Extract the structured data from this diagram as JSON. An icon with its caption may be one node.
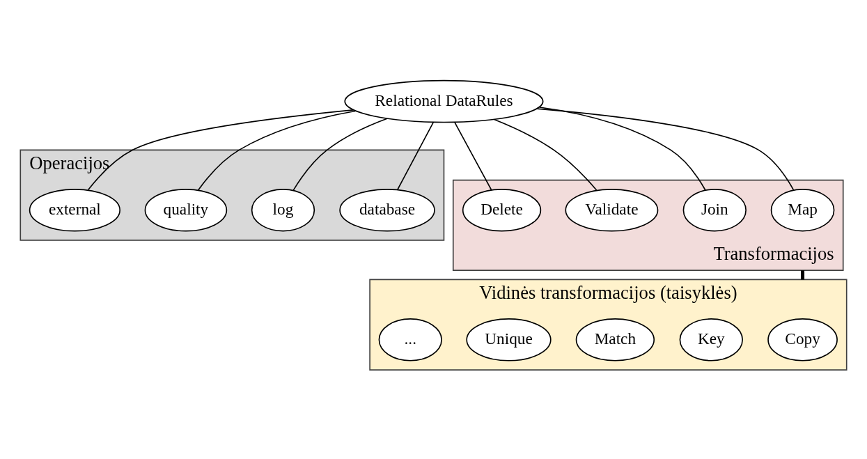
{
  "diagram": {
    "nodes": [
      {
        "text": [
          "Relational DataRules"
        ]
      },
      {
        "text": [
          "Operacijos"
        ]
      },
      {
        "text": [
          "database"
        ],
        "in": 1
      },
      {
        "text": [
          "log"
        ],
        "in": 1
      },
      {
        "text": [
          "quality"
        ],
        "in": 1
      },
      {
        "text": [
          "external"
        ],
        "in": 1
      },
      {
        "text": [
          "Transformacijos"
        ]
      },
      {
        "text": [
          "Map"
        ],
        "in": 6
      },
      {
        "text": [
          "Join"
        ],
        "in": 6
      },
      {
        "text": [
          "Validate"
        ],
        "in": 6
      },
      {
        "text": [
          "Delete"
        ],
        "in": 6
      },
      {
        "text": [
          "Vidinės transformacijos (taisyklės)"
        ]
      },
      {
        "text": [
          "Copy"
        ],
        "in": 11
      },
      {
        "text": [
          "Key"
        ],
        "in": 11
      },
      {
        "text": [
          "Match"
        ],
        "in": 11
      },
      {
        "text": [
          "Unique"
        ],
        "in": 11
      },
      {
        "text": [
          "..."
        ],
        "in": 11
      }
    ],
    "edges": [
      {
        "from": 0,
        "to": 2,
        "arrow": "none"
      },
      {
        "from": 0,
        "to": 3,
        "arrow": "none"
      },
      {
        "from": 0,
        "to": 4,
        "arrow": "none"
      },
      {
        "from": 0,
        "to": 5,
        "arrow": "none"
      },
      {
        "from": 0,
        "to": 7,
        "arrow": "none"
      },
      {
        "from": 0,
        "to": 8,
        "arrow": "none"
      },
      {
        "from": 0,
        "to": 9,
        "arrow": "none"
      },
      {
        "from": 0,
        "to": 10,
        "arrow": "none"
      },
      {
        "from": 6,
        "to": 11,
        "arrow": "none",
        "style": "thick"
      }
    ]
  }
}
